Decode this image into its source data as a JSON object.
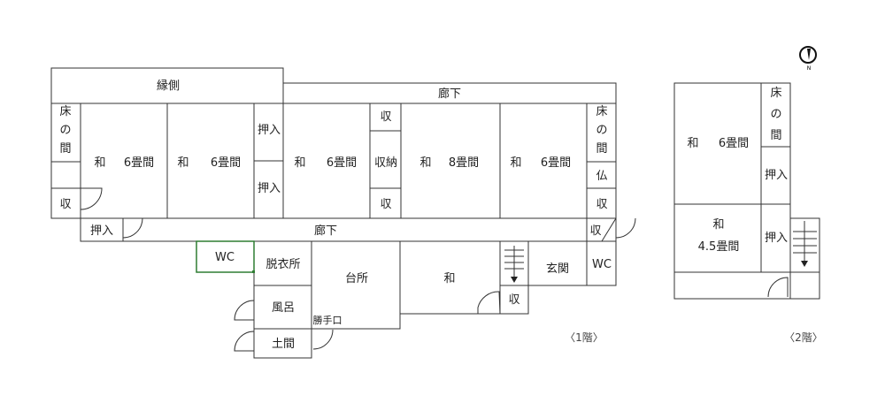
{
  "floor1": {
    "caption": "〈1階〉",
    "engawa": "縁側",
    "upper_corridor": "廊下",
    "lower_corridor": "廊下",
    "tokonoma_a": [
      "床",
      "の",
      "間"
    ],
    "tokonoma_b": [
      "床",
      "の",
      "間"
    ],
    "shu_1": "収",
    "shu_2": "収",
    "shu_3": "収",
    "shu_4": "収",
    "shu_5": "収",
    "shu_6": "収",
    "shunou": "収納",
    "oshiire_1": "押入",
    "oshiire_2": "押入",
    "oshiire_3": "押入",
    "butsu": "仏",
    "room_1": {
      "wa": "和",
      "size": "6畳間"
    },
    "room_2": {
      "wa": "和",
      "size": "6畳間"
    },
    "room_3": {
      "wa": "和",
      "size": "6畳間"
    },
    "room_4": {
      "wa": "和",
      "size": "8畳間"
    },
    "room_5": {
      "wa": "和",
      "size": "6畳間"
    },
    "wc_1": "WC",
    "wc_2": "WC",
    "datsuijo": "脱衣所",
    "furo": "風呂",
    "doma": "土間",
    "daidokoro": "台所",
    "katteguchi": "勝手口",
    "wa_small": "和",
    "genkan": "玄関"
  },
  "floor2": {
    "caption": "〈2階〉",
    "tokonoma": [
      "床",
      "の",
      "間"
    ],
    "oshiire_1": "押入",
    "oshiire_2": "押入",
    "room_6": {
      "wa": "和",
      "size": "6畳間"
    },
    "room_45": {
      "wa": "和",
      "size": "4.5畳間"
    }
  },
  "compass": {
    "letter": "N"
  }
}
